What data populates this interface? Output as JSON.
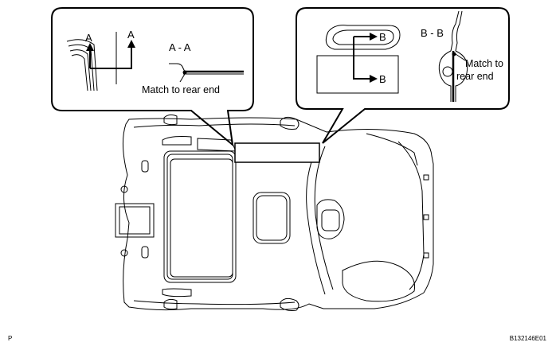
{
  "left_callout": {
    "section_mark_1": "A",
    "section_mark_2": "A",
    "section_title": "A - A",
    "note": "Match to rear end"
  },
  "right_callout": {
    "arrow_label_1": "B",
    "arrow_label_2": "B",
    "section_title": "B - B",
    "note_line_1": "Match to",
    "note_line_2": "rear end"
  },
  "corner_mark": "P",
  "figure_code": "B132146E01"
}
